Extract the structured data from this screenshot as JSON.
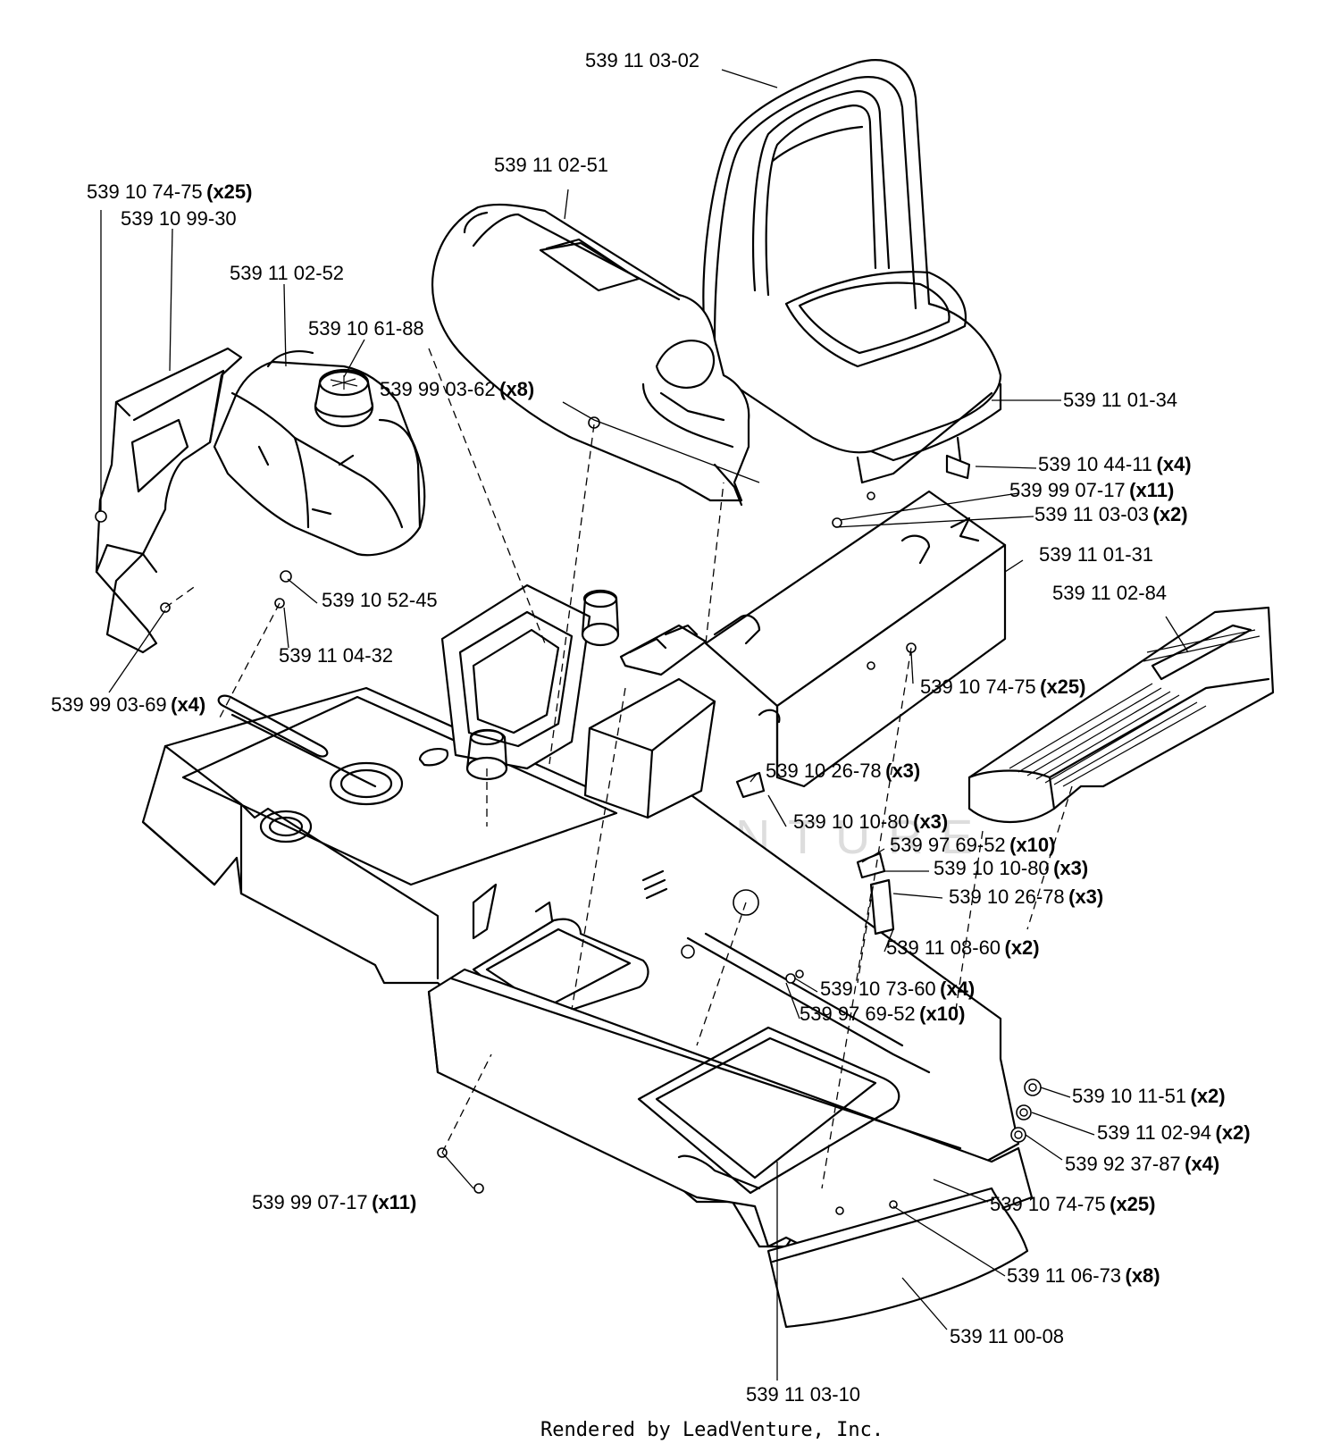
{
  "diagram": {
    "labels": [
      {
        "id": "seat",
        "part": "539 11 03-02",
        "qty": ""
      },
      {
        "id": "console-cover",
        "part": "539 11 02-51",
        "qty": ""
      },
      {
        "id": "screw-a",
        "part": "539 10 74-75",
        "qty": "(x25)"
      },
      {
        "id": "bracket-left",
        "part": "539 10 99-30",
        "qty": ""
      },
      {
        "id": "fuel-tank",
        "part": "539 11 02-52",
        "qty": ""
      },
      {
        "id": "fuel-cap",
        "part": "539 10 61-88",
        "qty": ""
      },
      {
        "id": "nut-a",
        "part": "539 99 03-62",
        "qty": "(x8)"
      },
      {
        "id": "seat-pan",
        "part": "539 11 01-34",
        "qty": ""
      },
      {
        "id": "knob",
        "part": "539 10 44-11",
        "qty": "(x4)"
      },
      {
        "id": "nut-b",
        "part": "539 99 07-17",
        "qty": "(x11)"
      },
      {
        "id": "bolt-b",
        "part": "539 11 03-03",
        "qty": "(x2)"
      },
      {
        "id": "seat-support",
        "part": "539 11 01-31",
        "qty": ""
      },
      {
        "id": "footrest",
        "part": "539 11 02-84",
        "qty": ""
      },
      {
        "id": "grommet",
        "part": "539 10 52-45",
        "qty": ""
      },
      {
        "id": "fitting",
        "part": "539 11 04-32",
        "qty": ""
      },
      {
        "id": "screw-b",
        "part": "539 10 74-75",
        "qty": "(x25)"
      },
      {
        "id": "nut-c",
        "part": "539 99 03-69",
        "qty": "(x4)"
      },
      {
        "id": "clip-a",
        "part": "539 10 26-78",
        "qty": "(x3)"
      },
      {
        "id": "switch-a",
        "part": "539 10 10-80",
        "qty": "(x3)"
      },
      {
        "id": "screw-c",
        "part": "539 97 69-52",
        "qty": "(x10)"
      },
      {
        "id": "switch-b",
        "part": "539 10 10-80",
        "qty": "(x3)"
      },
      {
        "id": "clip-b",
        "part": "539 10 26-78",
        "qty": "(x3)"
      },
      {
        "id": "bracket-switch",
        "part": "539 11 08-60",
        "qty": "(x2)"
      },
      {
        "id": "screw-d",
        "part": "539 10 73-60",
        "qty": "(x4)"
      },
      {
        "id": "screw-e",
        "part": "539 97 69-52",
        "qty": "(x10)"
      },
      {
        "id": "washer-a",
        "part": "539 10 11-51",
        "qty": "(x2)"
      },
      {
        "id": "washer-b",
        "part": "539 11 02-94",
        "qty": "(x2)"
      },
      {
        "id": "washer-c",
        "part": "539 92 37-87",
        "qty": "(x4)"
      },
      {
        "id": "nut-d",
        "part": "539 99 07-17",
        "qty": "(x11)"
      },
      {
        "id": "screw-f",
        "part": "539 10 74-75",
        "qty": "(x25)"
      },
      {
        "id": "rivet",
        "part": "539 11 06-73",
        "qty": "(x8)"
      },
      {
        "id": "front-panel",
        "part": "539 11 00-08",
        "qty": ""
      },
      {
        "id": "frame",
        "part": "539 11 03-10",
        "qty": ""
      }
    ],
    "watermark": "LEADVENTURE",
    "footer": "Rendered by LeadVenture, Inc."
  }
}
